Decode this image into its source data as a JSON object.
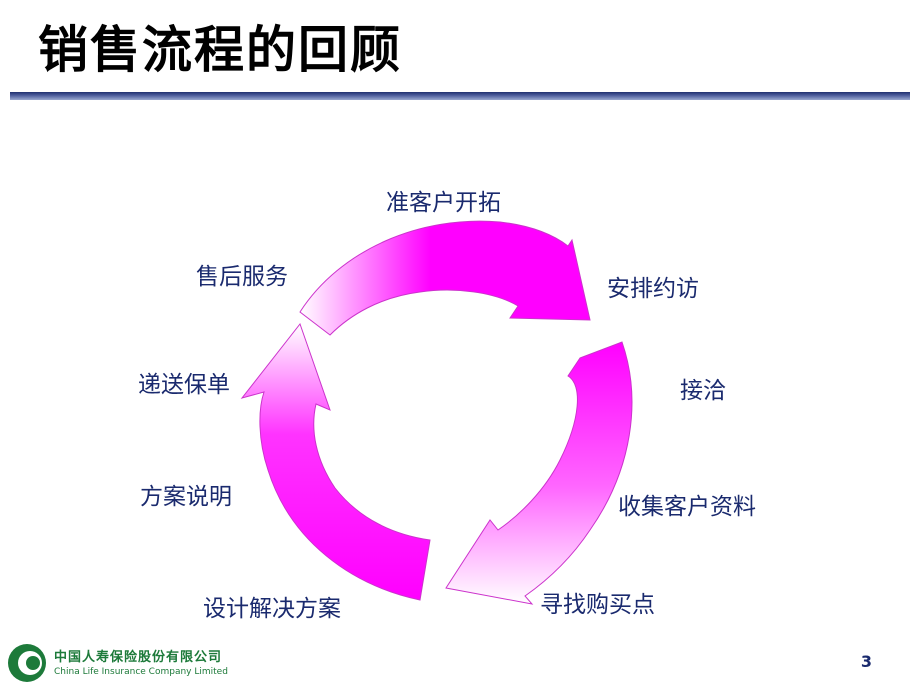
{
  "slide": {
    "title": "销售流程的回顾",
    "page_number": "3"
  },
  "steps": [
    "准客户开拓",
    "安排约访",
    "接洽",
    "收集客户资料",
    "寻找购买点",
    "设计解决方案",
    "方案说明",
    "递送保单",
    "售后服务"
  ],
  "footer": {
    "company_cn": "中国人寿保险股份有限公司",
    "company_en": "China Life Insurance Company Limited"
  },
  "colors": {
    "arrow_fill": "#ff00ff",
    "arrow_outline": "#cc33cc",
    "label_text": "#1a2a6e",
    "logo_green": "#1d7a3a"
  }
}
